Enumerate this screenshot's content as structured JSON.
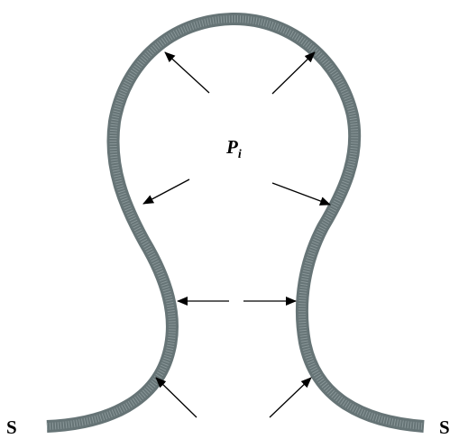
{
  "labels": {
    "support_left": "S",
    "support_right": "S",
    "pressure_main": "P",
    "pressure_sub": "i"
  },
  "colors": {
    "membrane": "#667476",
    "membrane_texture": "#8a9799",
    "arrows": "#000000",
    "text": "#000000",
    "background": "#ffffff"
  }
}
